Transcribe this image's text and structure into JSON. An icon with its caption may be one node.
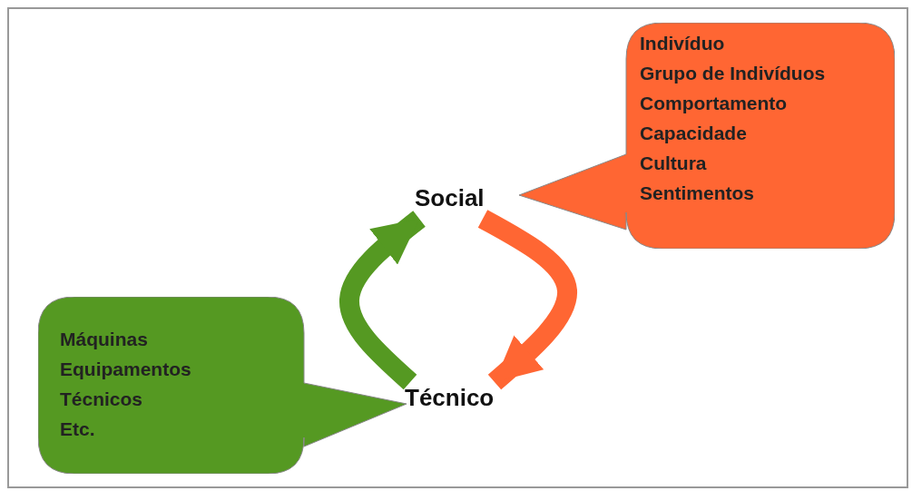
{
  "diagram": {
    "nodes": [
      {
        "text": [
          "Social"
        ]
      },
      {
        "text": [
          "Técnico"
        ]
      },
      {
        "text": [
          "Indivíduo",
          "Grupo de Indivíduos",
          "Comportamento",
          "Capacidade",
          "Cultura",
          "Sentimentos"
        ]
      },
      {
        "text": [
          "Máquinas",
          "Equipamentos",
          "Técnicos",
          "Etc."
        ]
      }
    ],
    "edges": [
      {
        "from": 1,
        "to": 0,
        "arrow": "to",
        "color": "#559922"
      },
      {
        "from": 0,
        "to": 1,
        "arrow": "to",
        "color": "#ff6633"
      }
    ]
  }
}
